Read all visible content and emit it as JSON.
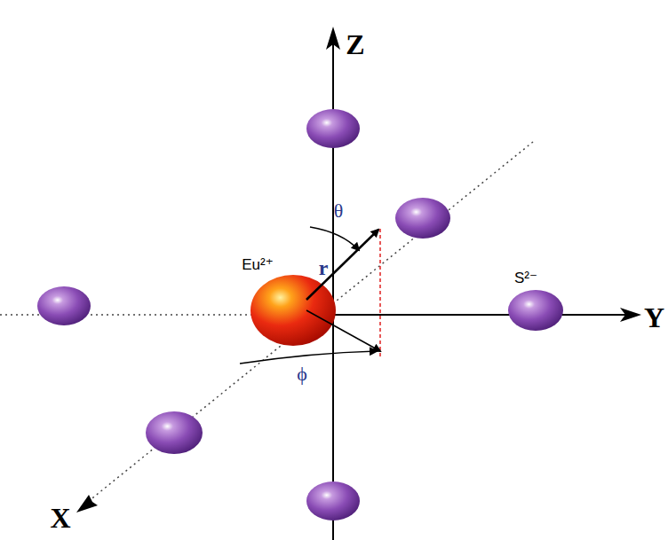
{
  "diagram": {
    "labels": [
      "Z",
      "Y",
      "X",
      "θ",
      "r",
      "ϕ",
      "Eu²⁺",
      "S²⁻"
    ]
  }
}
